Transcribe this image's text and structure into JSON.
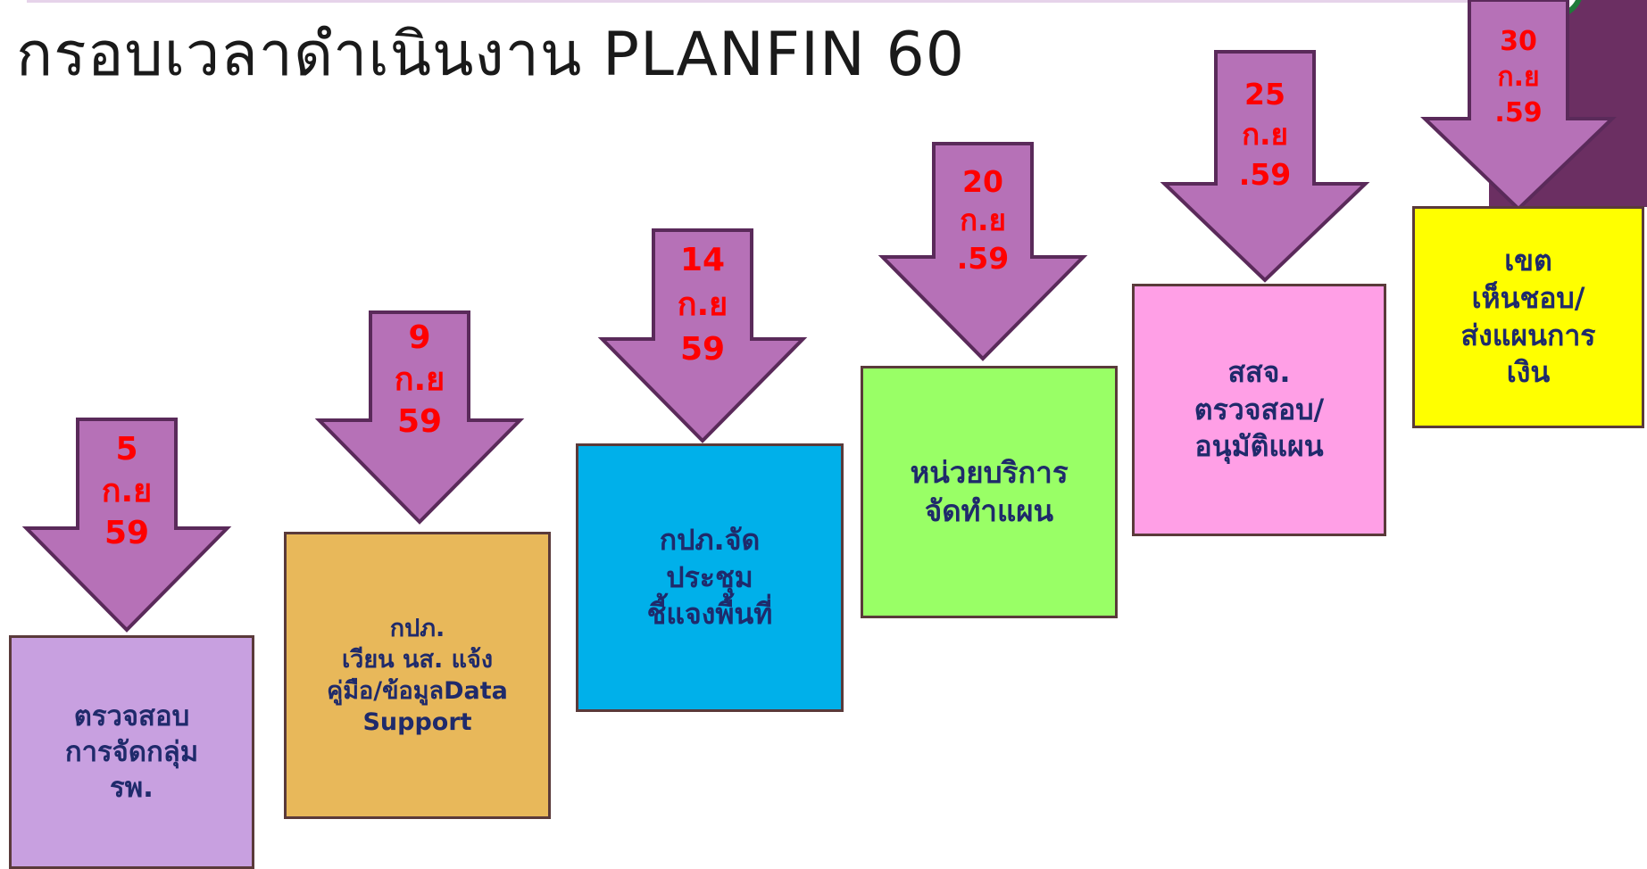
{
  "title": "กรอบเวลาดำเนินงาน PLANFIN 60",
  "colors": {
    "arrow": "#b671b7",
    "arrow_outline": "#5a2a5a",
    "date_text": "#ff0000",
    "box_text": "#1f2a6b",
    "corner_block": "#6b2f62"
  },
  "steps": [
    {
      "date": "5\nก.ย\n59",
      "text": "ตรวจสอบ\nการจัดกลุ่ม\nรพ.",
      "color": "#c8a0e0"
    },
    {
      "date": "9\nก.ย\n59",
      "text": "กปภ.\nเวียน นส. แจ้ง\nคู่มือ/ข้อมูลData\nSupport",
      "color": "#e8b85a"
    },
    {
      "date": "14\nก.ย\n59",
      "text": "กปภ.จัด\nประชุม\nชี้แจงพื้นที่",
      "color": "#00b0ea"
    },
    {
      "date": "20\nก.ย\n.59",
      "text": "หน่วยบริการ\nจัดทำแผน",
      "color": "#99ff66"
    },
    {
      "date": "25\nก.ย\n.59",
      "text": "สสจ.\nตรวจสอบ/\nอนุมัติแผน",
      "color": "#ff9fe6"
    },
    {
      "date": "30\nก.ย\n.59",
      "text": "เขต\nเห็นชอบ/\nส่งแผนการ\nเงิน",
      "color": "#ffff00"
    }
  ]
}
